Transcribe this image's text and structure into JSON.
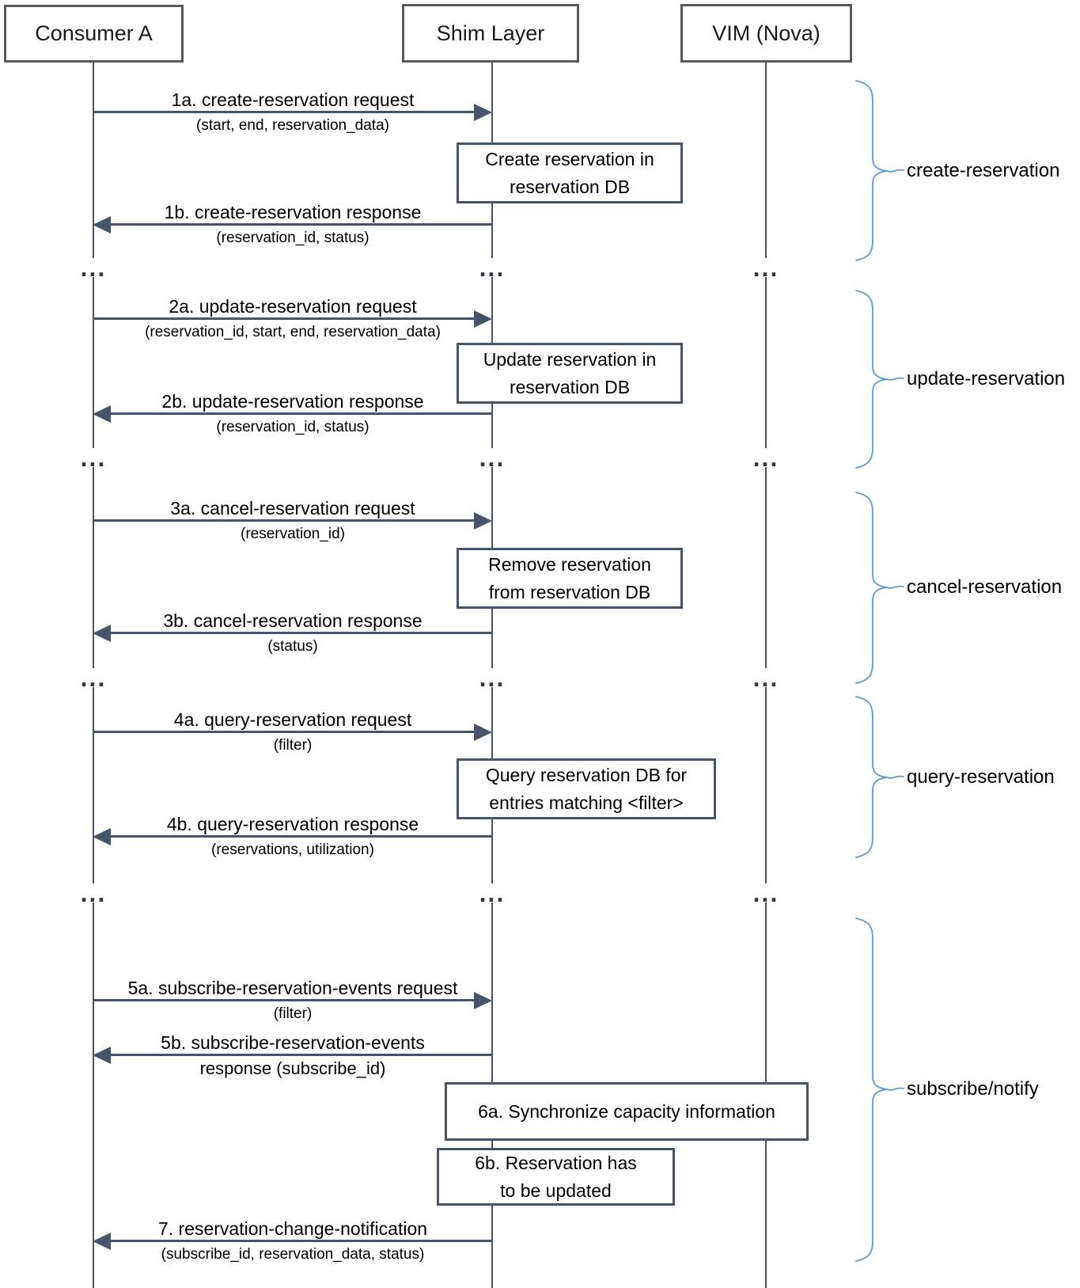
{
  "actors": [
    {
      "label": "Consumer A"
    },
    {
      "label": "Shim Layer"
    },
    {
      "label": "VIM (Nova)"
    }
  ],
  "ellipsis": "...",
  "sections": [
    {
      "brace_label": "create-reservation",
      "request": {
        "label": "1a. create-reservation request",
        "params": "(start, end, reservation_data)"
      },
      "action": "Create reservation in\nreservation DB",
      "response": {
        "label": "1b. create-reservation response",
        "params": "(reservation_id, status)"
      }
    },
    {
      "brace_label": "update-reservation",
      "request": {
        "label": "2a. update-reservation request",
        "params": "(reservation_id, start, end, reservation_data)"
      },
      "action": "Update reservation in\nreservation DB",
      "response": {
        "label": "2b. update-reservation response",
        "params": "(reservation_id, status)"
      }
    },
    {
      "brace_label": "cancel-reservation",
      "request": {
        "label": "3a. cancel-reservation request",
        "params": "(reservation_id)"
      },
      "action": "Remove reservation\nfrom reservation DB",
      "response": {
        "label": "3b. cancel-reservation response",
        "params": "(status)"
      }
    },
    {
      "brace_label": "query-reservation",
      "request": {
        "label": "4a. query-reservation request",
        "params": "(filter)"
      },
      "action": "Query reservation DB for\nentries matching <filter>",
      "response": {
        "label": "4b. query-reservation response",
        "params": "(reservations, utilization)"
      }
    },
    {
      "brace_label": "subscribe/notify",
      "request": {
        "label": "5a. subscribe-reservation-events request",
        "params": "(filter)"
      },
      "response": {
        "label": "5b. subscribe-reservation-events",
        "params": "response (subscribe_id)"
      },
      "action_6a": "6a. Synchronize capacity information",
      "action_6b": "6b. Reservation has\nto be updated",
      "notification": {
        "label": "7. reservation-change-notification",
        "params": "(subscribe_id, reservation_data, status)"
      }
    }
  ],
  "colors": {
    "line": "#44546A",
    "brace": "#5B9BD5",
    "header_border": "#595959",
    "text": "#000000"
  }
}
